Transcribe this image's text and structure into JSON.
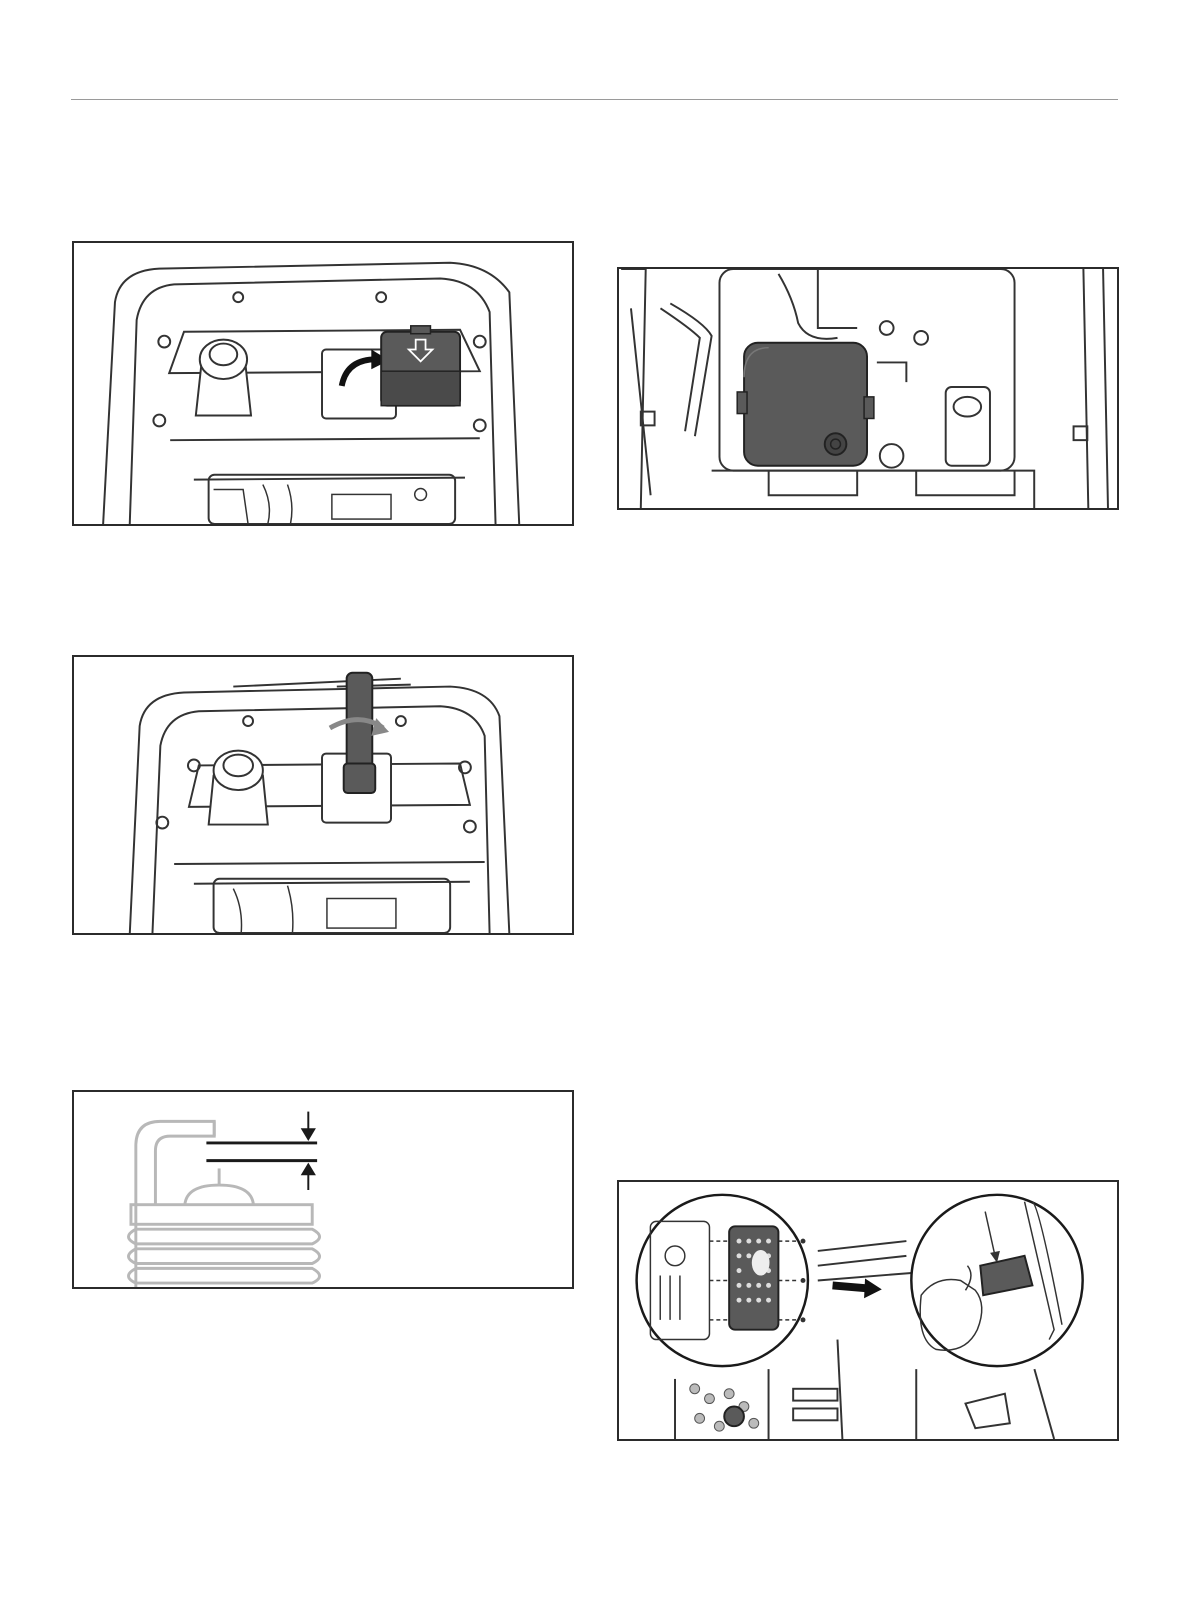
{
  "figures": [
    {
      "id": "fig1",
      "icon": "open-spark-plug-cover-illustration"
    },
    {
      "id": "fig2",
      "icon": "air-filter-cover-illustration"
    },
    {
      "id": "fig3",
      "icon": "spark-plug-wrench-illustration"
    },
    {
      "id": "fig4",
      "icon": "spark-plug-gap-diagram"
    },
    {
      "id": "fig5",
      "icon": "spark-arrestor-removal-illustration"
    }
  ],
  "colors": {
    "border": "#2b2b2b",
    "line_art": "#333333",
    "dark_fill": "#5a5a5a",
    "light_fill": "#d8d8d8",
    "rule": "#9a9a9a"
  }
}
